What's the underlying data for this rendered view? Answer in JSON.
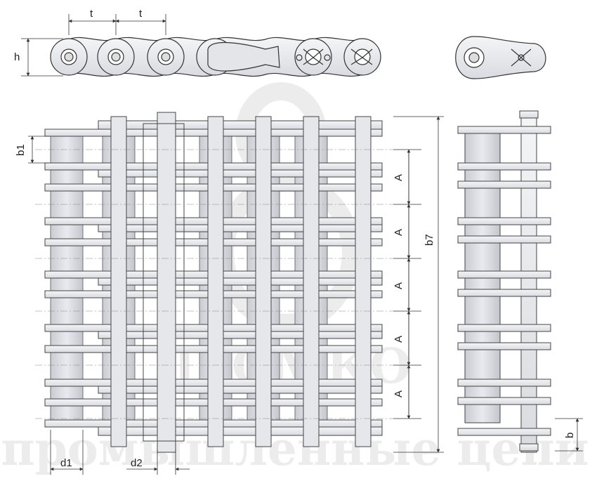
{
  "watermark": {
    "brand": "ПРОМКО",
    "tagline": "промышленные цепи"
  },
  "labels": {
    "pitch_1": "t",
    "pitch_2": "t",
    "height": "h",
    "b1": "b1",
    "A1": "A",
    "A2": "A",
    "A3": "A",
    "A4": "A",
    "A5": "A",
    "b7": "b7",
    "d1": "d1",
    "d2": "d2",
    "b": "b"
  }
}
